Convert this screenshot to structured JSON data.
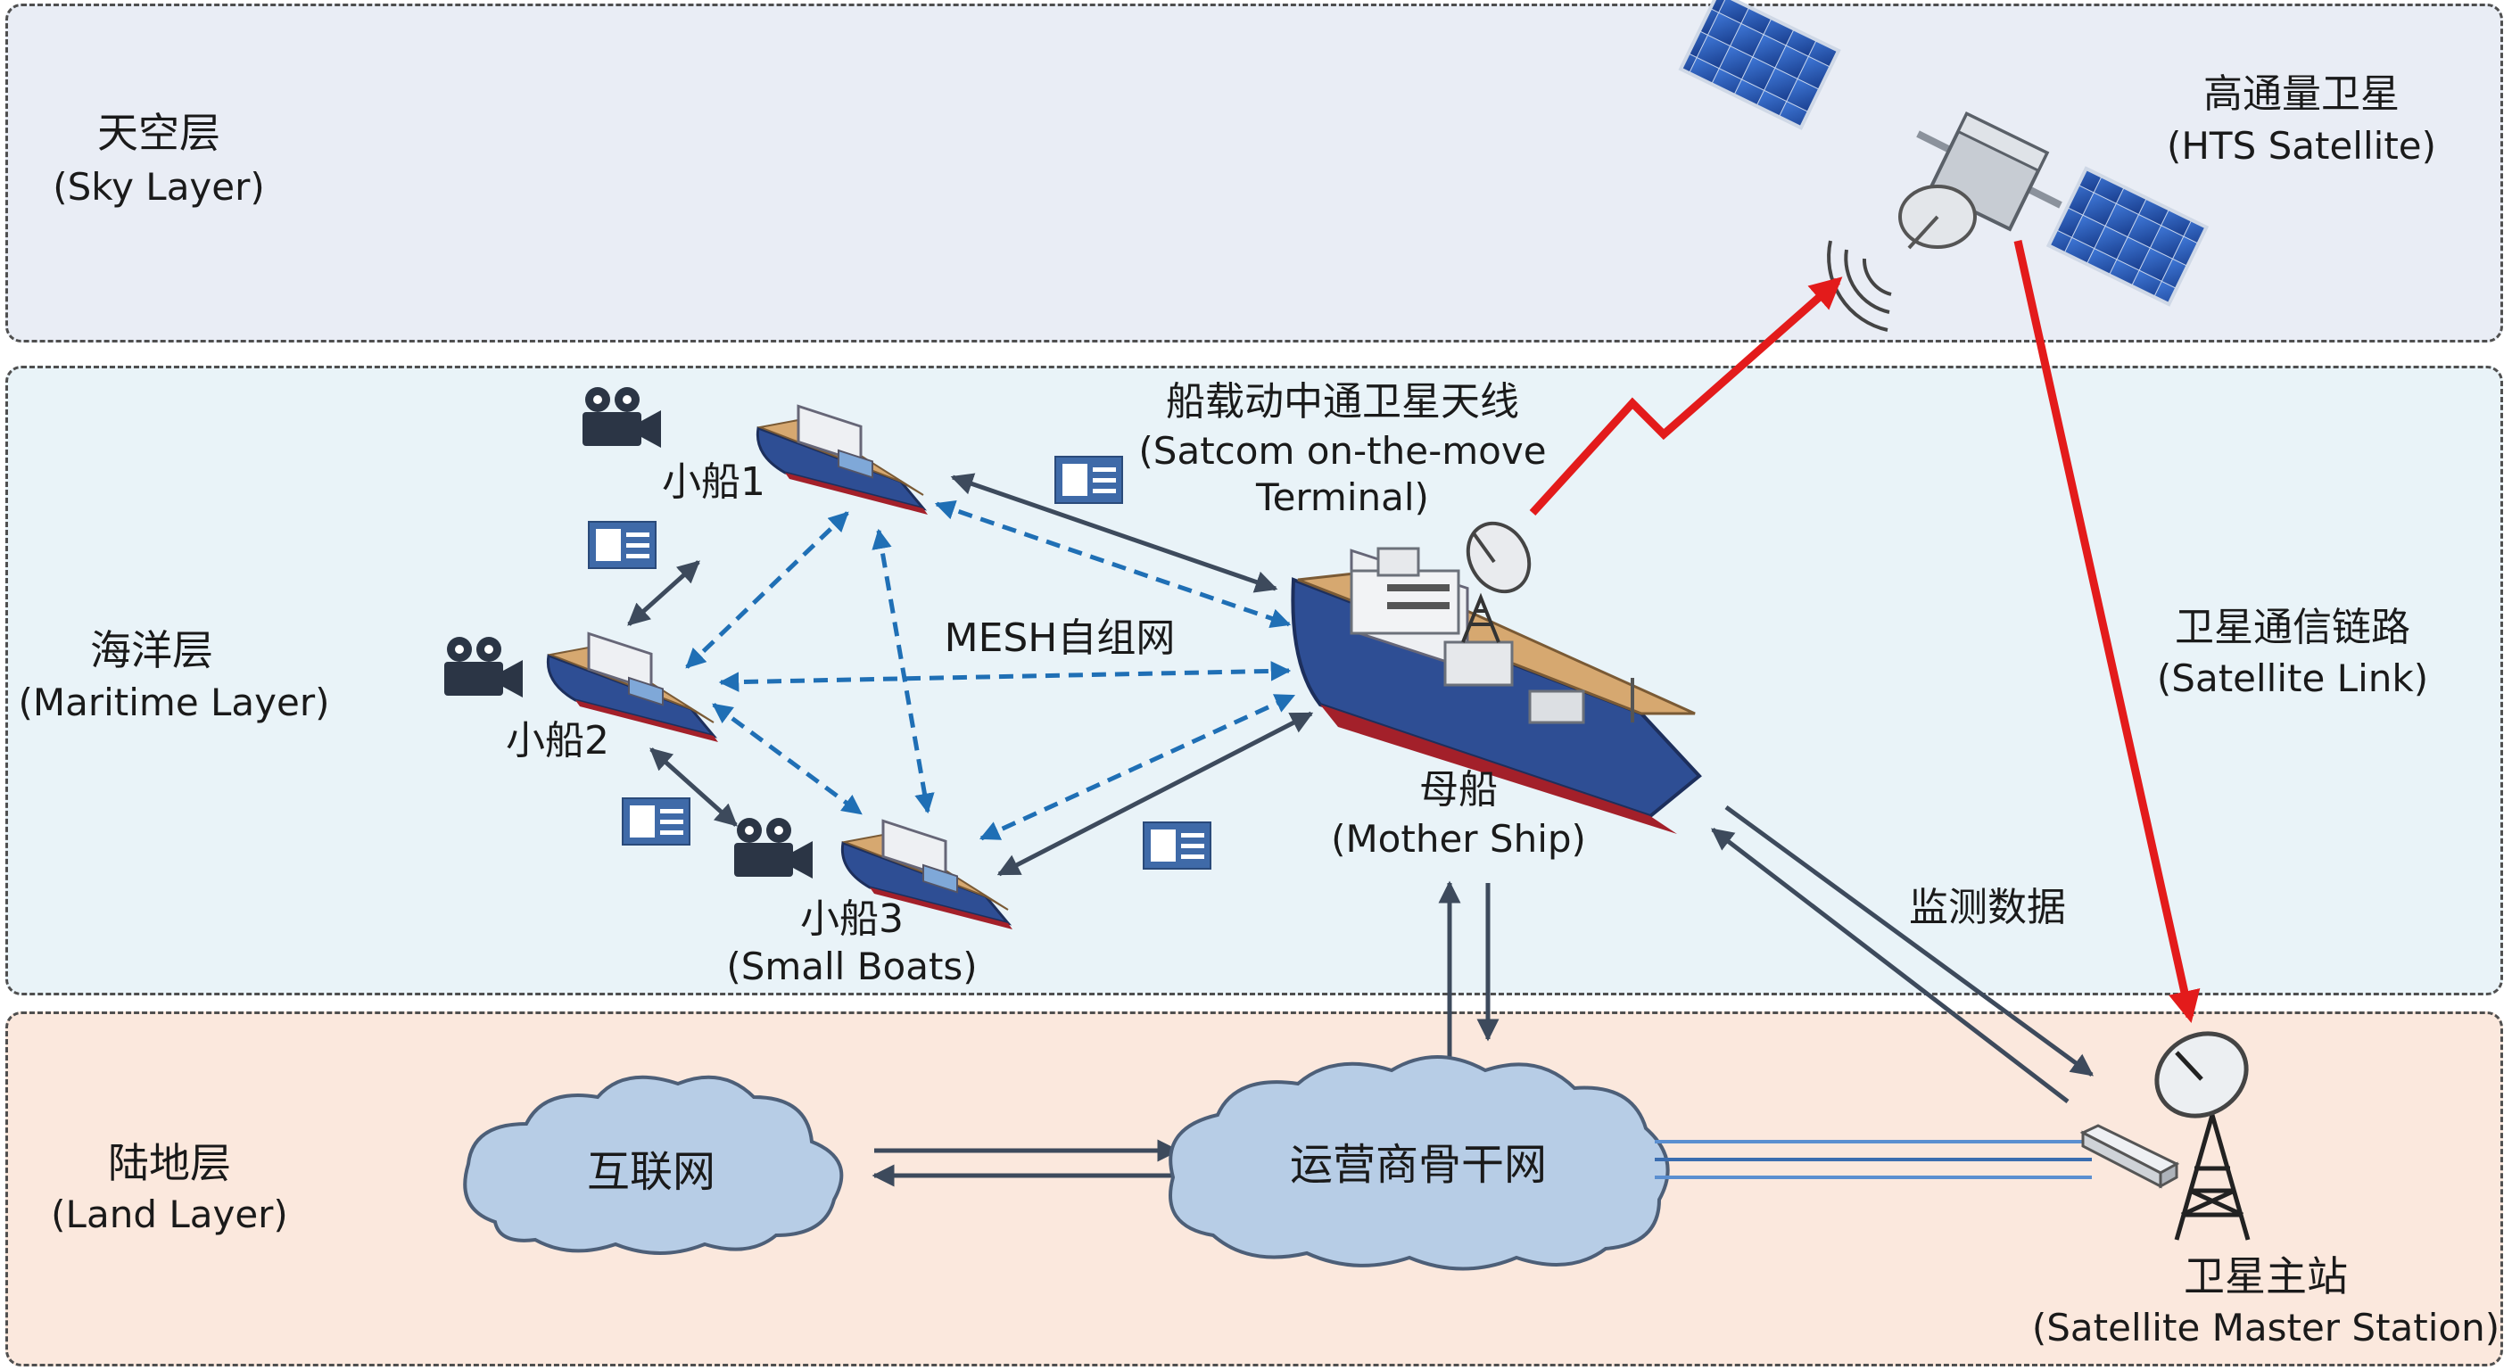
{
  "layers": {
    "sky": {
      "cn": "天空层",
      "en": "(Sky Layer)"
    },
    "sea": {
      "cn": "海洋层",
      "en": "(Maritime Layer)"
    },
    "land": {
      "cn": "陆地层",
      "en": "(Land Layer)"
    }
  },
  "satellite": {
    "cn": "高通量卫星",
    "en": "(HTS Satellite)"
  },
  "terminal": {
    "cn": "船载动中通卫星天线",
    "en1": "(Satcom on-the-move",
    "en2": "Terminal)"
  },
  "satellite_link": {
    "cn": "卫星通信链路",
    "en": "(Satellite Link)"
  },
  "mother_ship": {
    "cn": "母船",
    "en": "(Mother Ship)"
  },
  "monitoring_data": "监测数据",
  "mesh": "MESH自组网",
  "boats": {
    "b1": "小船1",
    "b2": "小船2",
    "b3": "小船3",
    "en": "(Small Boats)"
  },
  "clouds": {
    "internet": "互联网",
    "backbone": "运营商骨干网"
  },
  "master_station": {
    "cn": "卫星主站",
    "en": "(Satellite Master Station)"
  },
  "colors": {
    "red_link": "#e31b1b",
    "mesh_blue": "#1f6fb5",
    "arrow_gray": "#3d4a5c",
    "cloud": "#b7cde6"
  },
  "icons": [
    "satellite-icon",
    "ship-icon",
    "boat-icon",
    "video-camera-icon",
    "document-icon",
    "cloud-icon",
    "satellite-dish-icon",
    "router-icon"
  ]
}
